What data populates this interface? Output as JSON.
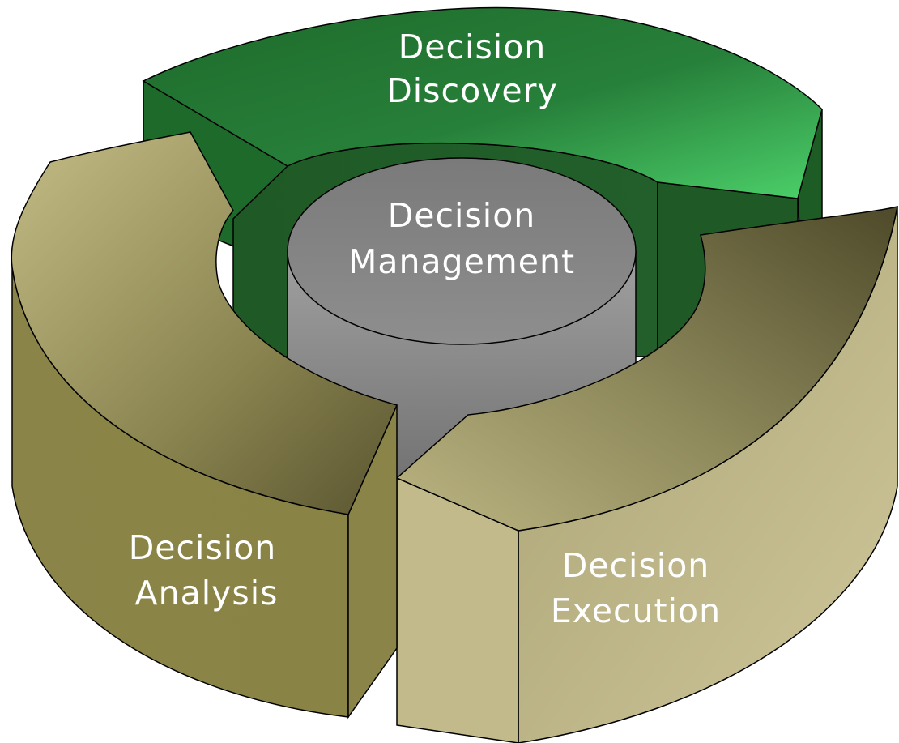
{
  "diagram": {
    "colors": {
      "discovery": "#2e8b3e",
      "management": "#8c8c8c",
      "analysis": "#a39d62",
      "execution": "#c2ba8a",
      "outline": "#000000"
    },
    "segments": {
      "discovery": {
        "line1": "Decision",
        "line2": "Discovery"
      },
      "management": {
        "line1": "Decision",
        "line2": "Management"
      },
      "analysis": {
        "line1": "Decision",
        "line2": "Analysis"
      },
      "execution": {
        "line1": "Decision",
        "line2": "Execution"
      }
    }
  }
}
